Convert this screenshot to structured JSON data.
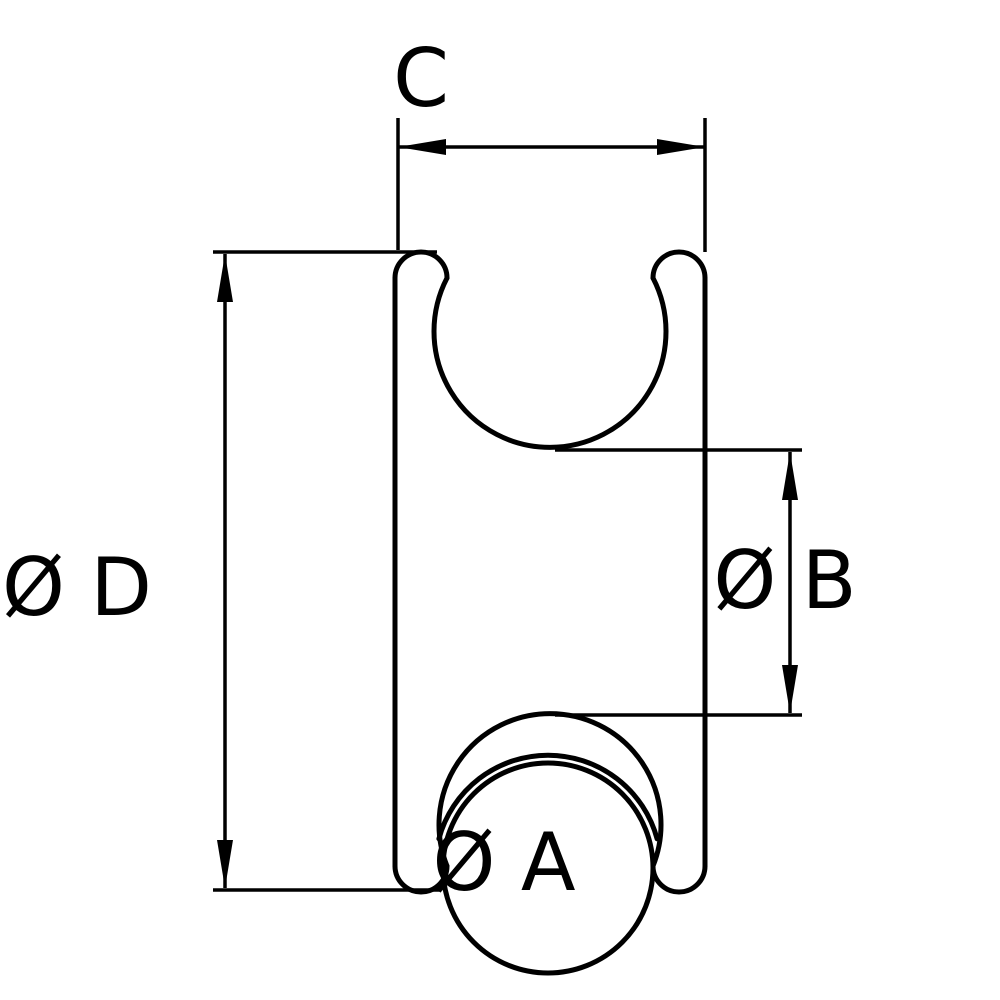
{
  "page": {
    "background": "#ffffff",
    "line_color": "#000000"
  },
  "drawing": {
    "kind": "technical dimension drawing of a ring cross-section",
    "dimensions": {
      "c": {
        "label": "C"
      },
      "d": {
        "label": "Ø D"
      },
      "b": {
        "label": "Ø B"
      },
      "a": {
        "label": "Ø A"
      }
    }
  }
}
